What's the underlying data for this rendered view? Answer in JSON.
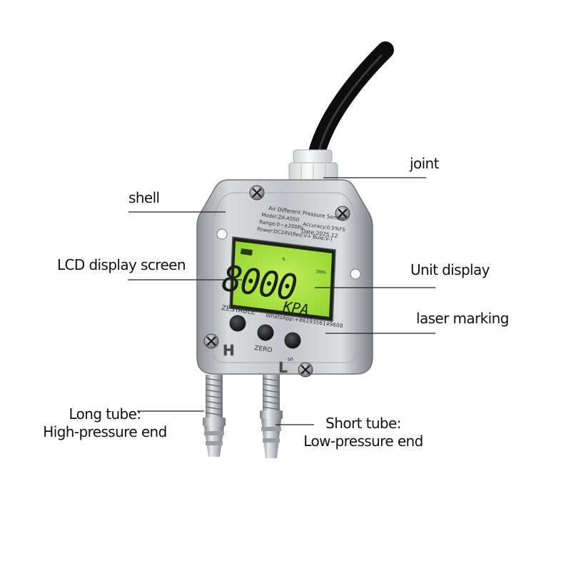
{
  "labels": {
    "joint": "joint",
    "shell": "shell",
    "lcd": "LCD display screen",
    "unit": "Unit display",
    "laser": "laser marking",
    "long_tube_line1": "Long tube:",
    "long_tube_line2": "High-pressure end",
    "short_tube_line1": "Short tube:",
    "short_tube_line2": "Low-pressure end"
  },
  "device": {
    "title": "Air Different Pressure Sensor",
    "model": "Model:ZA-A550",
    "range": "Range:0~±200Pa",
    "power": "Power:DC24V(Red:V+ Bule:V-)",
    "accuracy": "Accuracy:0.5%FS",
    "date": "Date:2025.12",
    "brand": "ZESTABLE",
    "whatsapp": "WhatsApp:+8619356149608",
    "reading": "8000",
    "unit": "KPA",
    "percent_mark": "%",
    "full_scale_mark": "100%",
    "zero_label": "ZERO",
    "s_label": "S",
    "h_port": "H",
    "l_port": "L"
  },
  "colors": {
    "lcd_green": "#a6e23a",
    "body_metal": "#c9ccd0",
    "cable": "#111111",
    "callout_line": "#222222"
  }
}
